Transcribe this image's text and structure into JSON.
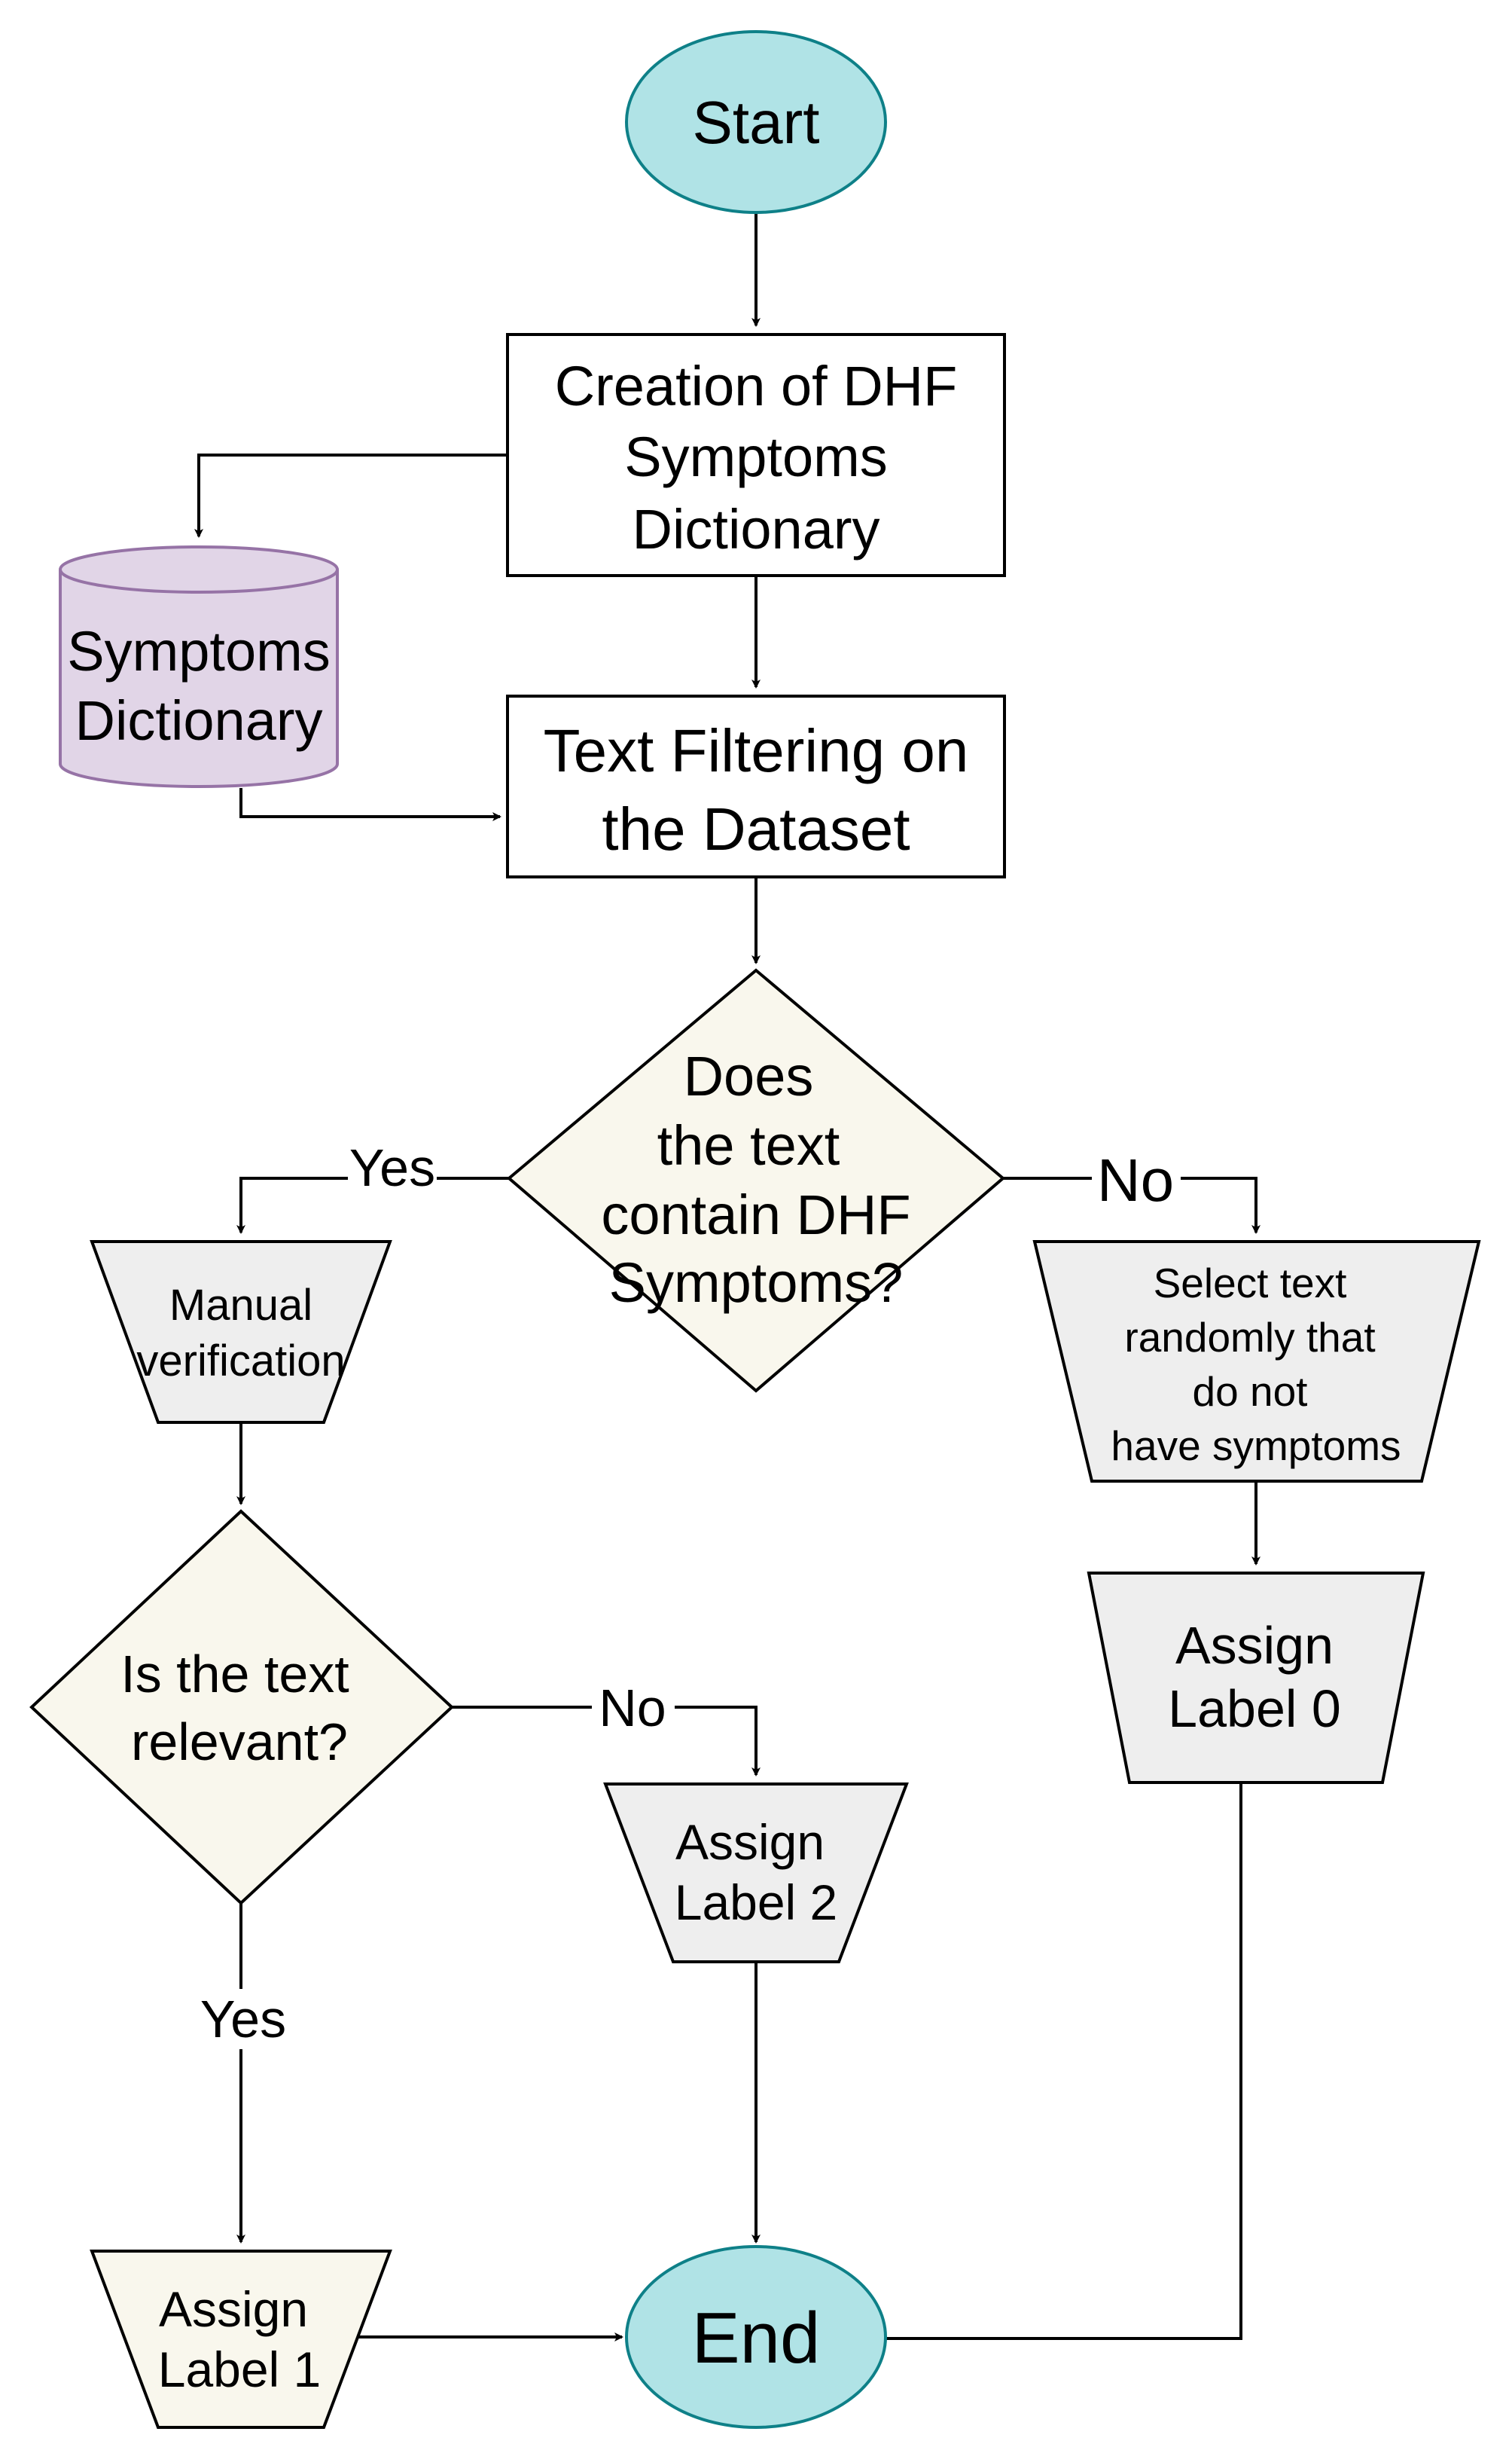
{
  "colors": {
    "terminal_fill": "#b0e3e6",
    "terminal_stroke": "#0e8088",
    "process_fill": "#ffffff",
    "decision_fill": "#f9f7ed",
    "manual_fill": "#eeeeee",
    "database_fill": "#e1d5e7",
    "database_stroke": "#9673a6",
    "stroke": "#000000"
  },
  "nodes": {
    "start": {
      "label": "Start",
      "shape": "terminal"
    },
    "creation": {
      "lines": [
        "Creation of DHF",
        "Symptoms",
        "Dictionary"
      ],
      "shape": "process"
    },
    "dictionary": {
      "lines": [
        "Symptoms",
        "Dictionary"
      ],
      "shape": "database"
    },
    "filtering": {
      "lines": [
        "Text Filtering on",
        "the Dataset"
      ],
      "shape": "process"
    },
    "decision_symptoms": {
      "lines": [
        "Does",
        "the text",
        "contain DHF",
        "Symptoms?"
      ],
      "shape": "decision"
    },
    "manual_verification": {
      "lines": [
        "Manual",
        "verification"
      ],
      "shape": "manual-operation"
    },
    "select_random": {
      "lines": [
        "Select text",
        "randomly that",
        "do not",
        "have symptoms"
      ],
      "shape": "manual-operation"
    },
    "decision_relevant": {
      "lines": [
        "Is the text",
        "relevant?"
      ],
      "shape": "decision"
    },
    "assign_label_0": {
      "lines": [
        "Assign",
        "Label 0"
      ],
      "shape": "manual-operation"
    },
    "assign_label_2": {
      "lines": [
        "Assign",
        "Label 2"
      ],
      "shape": "manual-operation"
    },
    "assign_label_1": {
      "lines": [
        "Assign",
        "Label 1"
      ],
      "shape": "manual-operation"
    },
    "end": {
      "label": "End",
      "shape": "terminal"
    }
  },
  "edges": [
    {
      "from": "start",
      "to": "creation",
      "label": ""
    },
    {
      "from": "creation",
      "to": "dictionary",
      "label": ""
    },
    {
      "from": "creation",
      "to": "filtering",
      "label": ""
    },
    {
      "from": "dictionary",
      "to": "filtering",
      "label": ""
    },
    {
      "from": "filtering",
      "to": "decision_symptoms",
      "label": ""
    },
    {
      "from": "decision_symptoms",
      "to": "manual_verification",
      "label": "Yes"
    },
    {
      "from": "decision_symptoms",
      "to": "select_random",
      "label": "No"
    },
    {
      "from": "manual_verification",
      "to": "decision_relevant",
      "label": ""
    },
    {
      "from": "select_random",
      "to": "assign_label_0",
      "label": ""
    },
    {
      "from": "decision_relevant",
      "to": "assign_label_2",
      "label": "No"
    },
    {
      "from": "decision_relevant",
      "to": "assign_label_1",
      "label": "Yes"
    },
    {
      "from": "assign_label_2",
      "to": "end",
      "label": ""
    },
    {
      "from": "assign_label_1",
      "to": "end",
      "label": ""
    },
    {
      "from": "assign_label_0",
      "to": "end",
      "label": ""
    }
  ]
}
